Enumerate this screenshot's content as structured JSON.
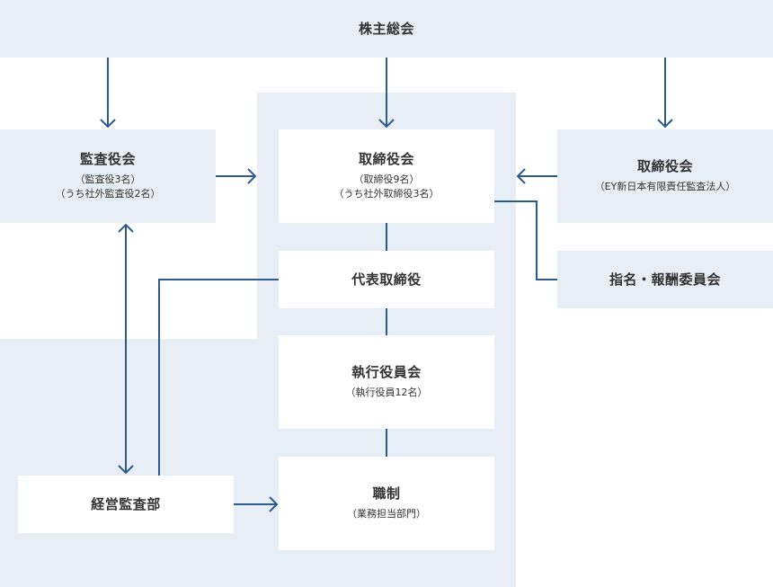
{
  "shareholders": {
    "title": "株主総会"
  },
  "audit_board": {
    "title": "監査役会",
    "sub1": "（監査役3名）",
    "sub2": "（うち社外監査役2名）"
  },
  "board": {
    "title": "取締役会",
    "sub1": "（取締役9名）",
    "sub2": "（うち社外取締役3名）"
  },
  "auditor": {
    "title": "取締役会",
    "sub1": "（EY新日本有限責任監査法人）"
  },
  "ceo": {
    "title": "代表取締役"
  },
  "nomination": {
    "title": "指名・報酬委員会"
  },
  "exec_committee": {
    "title": "執行役員会",
    "sub1": "（執行役員12名）"
  },
  "internal_audit": {
    "title": "経営監査部"
  },
  "organization": {
    "title": "職制",
    "sub1": "（業務担当部門）"
  },
  "colors": {
    "line": "#2d5a8e",
    "panel": "#e8eef5",
    "box": "#ffffff"
  }
}
